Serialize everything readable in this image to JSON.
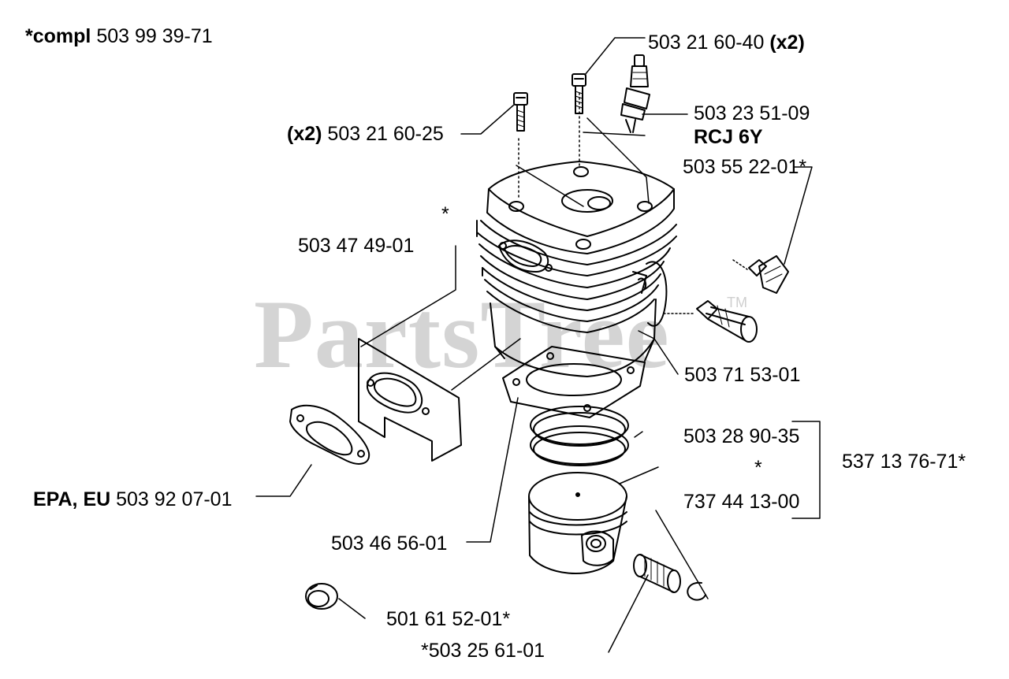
{
  "watermark": {
    "brand": "PartsTree",
    "tm": "TM"
  },
  "labels": {
    "compl_prefix": "*compl",
    "compl_number": "503 99 39-71",
    "screw_top_number": "503 21 60-40",
    "screw_top_qty": "(x2)",
    "screw_left_qty": "(x2)",
    "screw_left_number": "503 21 60-25",
    "spark_plug_number": "503 23 51-09",
    "spark_plug_type": "RCJ 6Y",
    "decomp_valve": "503 55 22-01*",
    "asterisk_mid": "*",
    "gasket_plate": "503 47 49-01",
    "fitting": "503 71 53-01",
    "ring_1": "503 28 90-35",
    "asterisk_kit": "*",
    "kit": "537 13 76-71*",
    "ring_2": "737 44 13-00",
    "muffler_prefix": "EPA, EU",
    "muffler_gasket": "503 92 07-01",
    "base_gasket": "503 46 56-01",
    "plug_cap": "501 61 52-01*",
    "needle_bearing": "*503 25 61-01"
  }
}
